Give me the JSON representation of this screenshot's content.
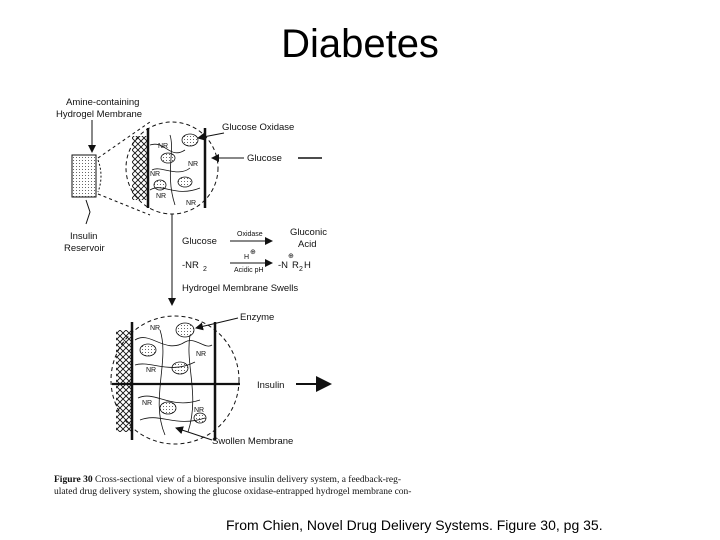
{
  "title": "Diabetes",
  "diagram": {
    "membrane_label": [
      "Amine-containing",
      "Hydrogel Membrane"
    ],
    "reservoir_label": [
      "Insulin",
      "Reservoir"
    ],
    "glucose_oxidase_label": "Glucose Oxidase",
    "glucose_label": "Glucose",
    "nr2": "NR",
    "nr2_sub": "2",
    "reaction1": {
      "left": "Glucose",
      "over_arrow": "Oxidase",
      "right_line1": "Gluconic",
      "right_line2": "Acid"
    },
    "reaction2": {
      "left": "-NR",
      "left_sub": "2",
      "over_arrow": "H",
      "under_arrow": "Acidic pH",
      "right": "-N",
      "right_mid": "R",
      "right_sub": "2",
      "right_end": "H"
    },
    "swells_label": "Hydrogel Membrane Swells",
    "enzyme_label": "Enzyme",
    "insulin_label": "Insulin",
    "swollen_label": "Swollen Membrane",
    "charge_symbol": "⊕"
  },
  "caption": {
    "figure_label": "Figure 30",
    "text_line1": "Cross-sectional view of a bioresponsive insulin delivery system, a feedback-reg-",
    "text_line2": "ulated drug delivery system, showing the glucose oxidase-entrapped hydrogel membrane con-"
  },
  "source": "From Chien, Novel Drug Delivery Systems. Figure 30, pg 35."
}
